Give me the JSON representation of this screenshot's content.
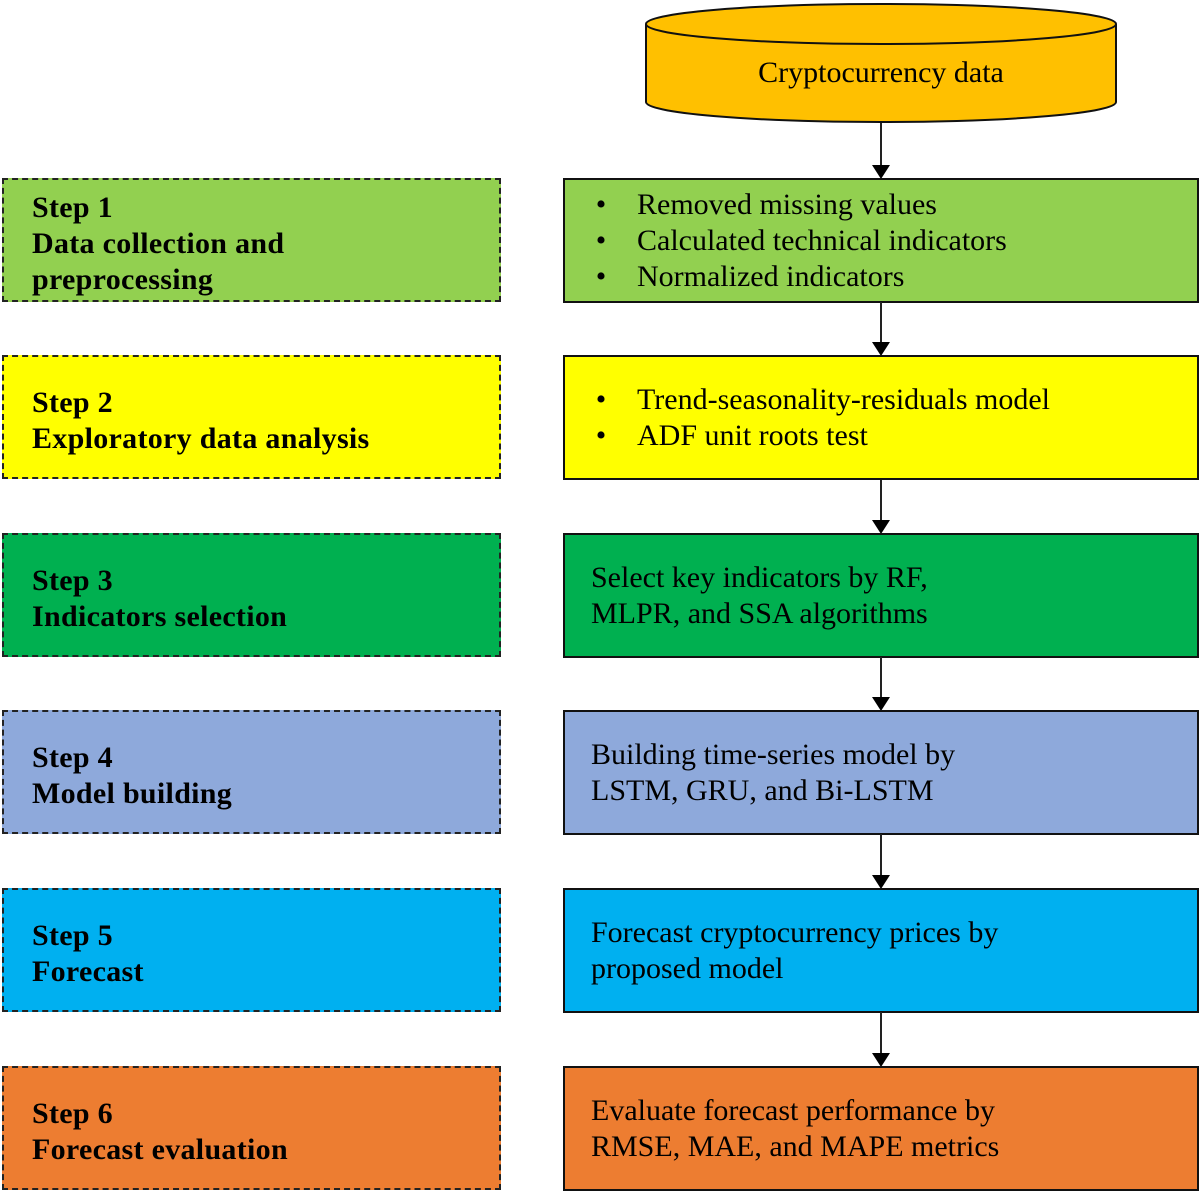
{
  "source": {
    "label": "Cryptocurrency data",
    "shape": "cylinder",
    "fill": "#FFC000"
  },
  "steps": [
    {
      "step": "Step 1",
      "title_lines": [
        "Data collection and",
        "preprocessing"
      ],
      "fill": "#92D050",
      "detail_type": "bullets",
      "details": [
        "Removed missing values",
        "Calculated technical indicators",
        "Normalized indicators"
      ]
    },
    {
      "step": "Step 2",
      "title_lines": [
        "Exploratory data analysis"
      ],
      "fill": "#FFFF00",
      "detail_type": "bullets",
      "details": [
        "Trend-seasonality-residuals model",
        "ADF unit roots test"
      ]
    },
    {
      "step": "Step 3",
      "title_lines": [
        "Indicators selection"
      ],
      "fill": "#00B050",
      "detail_type": "text",
      "details": [
        "Select key indicators by RF,",
        "MLPR, and SSA algorithms"
      ]
    },
    {
      "step": "Step 4",
      "title_lines": [
        "Model building"
      ],
      "fill": "#8EA9DB",
      "detail_type": "text",
      "details": [
        "Building time-series model by",
        "LSTM, GRU, and Bi-LSTM"
      ]
    },
    {
      "step": "Step 5",
      "title_lines": [
        "Forecast"
      ],
      "fill": "#00B0F0",
      "detail_type": "text",
      "details": [
        "Forecast cryptocurrency prices by",
        "proposed model"
      ]
    },
    {
      "step": "Step 6",
      "title_lines": [
        "Forecast evaluation"
      ],
      "fill": "#ED7D31",
      "detail_type": "text",
      "details": [
        "Evaluate forecast performance by",
        "RMSE, MAE, and MAPE metrics"
      ]
    }
  ],
  "bullet_glyph": "•",
  "colors": {
    "border": "#111111",
    "arrow": "#000000",
    "background": "#FFFFFF"
  }
}
